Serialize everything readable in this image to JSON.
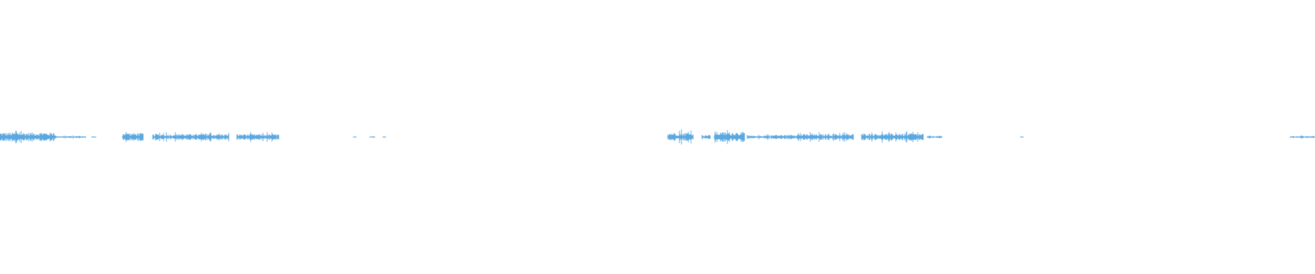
{
  "waveform": {
    "color": "#5ba8e0",
    "background": "#ffffff",
    "segments": [
      {
        "start": 0.0,
        "end": 0.042,
        "amp": 0.85
      },
      {
        "start": 0.042,
        "end": 0.065,
        "amp": 0.18
      },
      {
        "start": 0.07,
        "end": 0.073,
        "amp": 0.1
      },
      {
        "start": 0.093,
        "end": 0.109,
        "amp": 0.75
      },
      {
        "start": 0.116,
        "end": 0.174,
        "amp": 0.55
      },
      {
        "start": 0.18,
        "end": 0.212,
        "amp": 0.55
      },
      {
        "start": 0.269,
        "end": 0.271,
        "amp": 0.06
      },
      {
        "start": 0.281,
        "end": 0.285,
        "amp": 0.08
      },
      {
        "start": 0.291,
        "end": 0.293,
        "amp": 0.06
      },
      {
        "start": 0.508,
        "end": 0.527,
        "amp": 0.85
      },
      {
        "start": 0.534,
        "end": 0.54,
        "amp": 0.4
      },
      {
        "start": 0.543,
        "end": 0.566,
        "amp": 0.95
      },
      {
        "start": 0.568,
        "end": 0.581,
        "amp": 0.25
      },
      {
        "start": 0.581,
        "end": 0.6,
        "amp": 0.4
      },
      {
        "start": 0.6,
        "end": 0.649,
        "amp": 0.55
      },
      {
        "start": 0.655,
        "end": 0.702,
        "amp": 0.65
      },
      {
        "start": 0.705,
        "end": 0.716,
        "amp": 0.2
      },
      {
        "start": 0.776,
        "end": 0.778,
        "amp": 0.06
      },
      {
        "start": 0.981,
        "end": 1.0,
        "amp": 0.18
      }
    ]
  }
}
